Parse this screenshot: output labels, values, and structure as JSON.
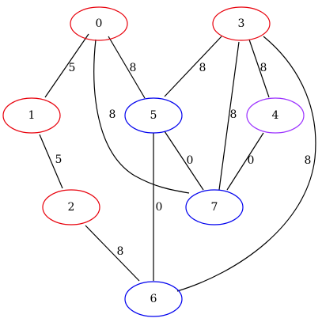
{
  "graph": {
    "nodes": [
      {
        "id": "0",
        "label": "0",
        "color": "#e8000b"
      },
      {
        "id": "1",
        "label": "1",
        "color": "#e8000b"
      },
      {
        "id": "2",
        "label": "2",
        "color": "#e8000b"
      },
      {
        "id": "3",
        "label": "3",
        "color": "#e8000b"
      },
      {
        "id": "4",
        "label": "4",
        "color": "#9b30ff"
      },
      {
        "id": "5",
        "label": "5",
        "color": "#0000ee"
      },
      {
        "id": "6",
        "label": "6",
        "color": "#0000ee"
      },
      {
        "id": "7",
        "label": "7",
        "color": "#0000ee"
      }
    ],
    "edges": [
      {
        "id": "0-1",
        "source": "0",
        "target": "1",
        "label": "5"
      },
      {
        "id": "0-5",
        "source": "0",
        "target": "5",
        "label": "8"
      },
      {
        "id": "0-7",
        "source": "0",
        "target": "7",
        "label": "8"
      },
      {
        "id": "1-2",
        "source": "1",
        "target": "2",
        "label": "5"
      },
      {
        "id": "2-6",
        "source": "2",
        "target": "6",
        "label": "8"
      },
      {
        "id": "3-5",
        "source": "3",
        "target": "5",
        "label": "8"
      },
      {
        "id": "3-7",
        "source": "3",
        "target": "7",
        "label": "8"
      },
      {
        "id": "3-4",
        "source": "3",
        "target": "4",
        "label": "8"
      },
      {
        "id": "3-6",
        "source": "3",
        "target": "6",
        "label": "8"
      },
      {
        "id": "5-7",
        "source": "5",
        "target": "7",
        "label": "0"
      },
      {
        "id": "4-7",
        "source": "4",
        "target": "7",
        "label": "0"
      },
      {
        "id": "5-6",
        "source": "5",
        "target": "6",
        "label": "0"
      }
    ]
  }
}
